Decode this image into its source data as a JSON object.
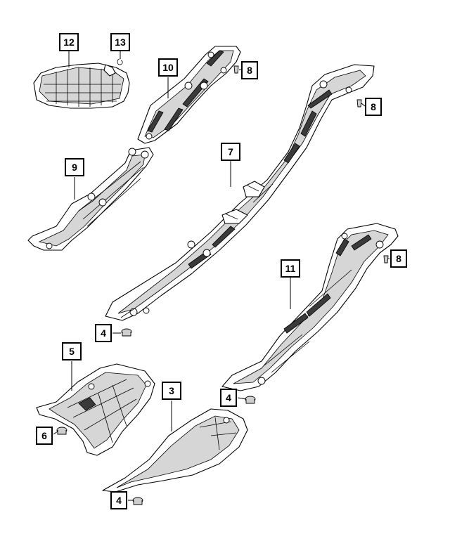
{
  "callouts": [
    "12",
    "13",
    "10",
    "8",
    "8",
    "9",
    "7",
    "11",
    "8",
    "4",
    "5",
    "6",
    "3",
    "4",
    "4"
  ],
  "colors": {
    "line": "#000000",
    "shade": "#d6d6d6",
    "dark": "#3a3a3a",
    "background": "#ffffff"
  }
}
